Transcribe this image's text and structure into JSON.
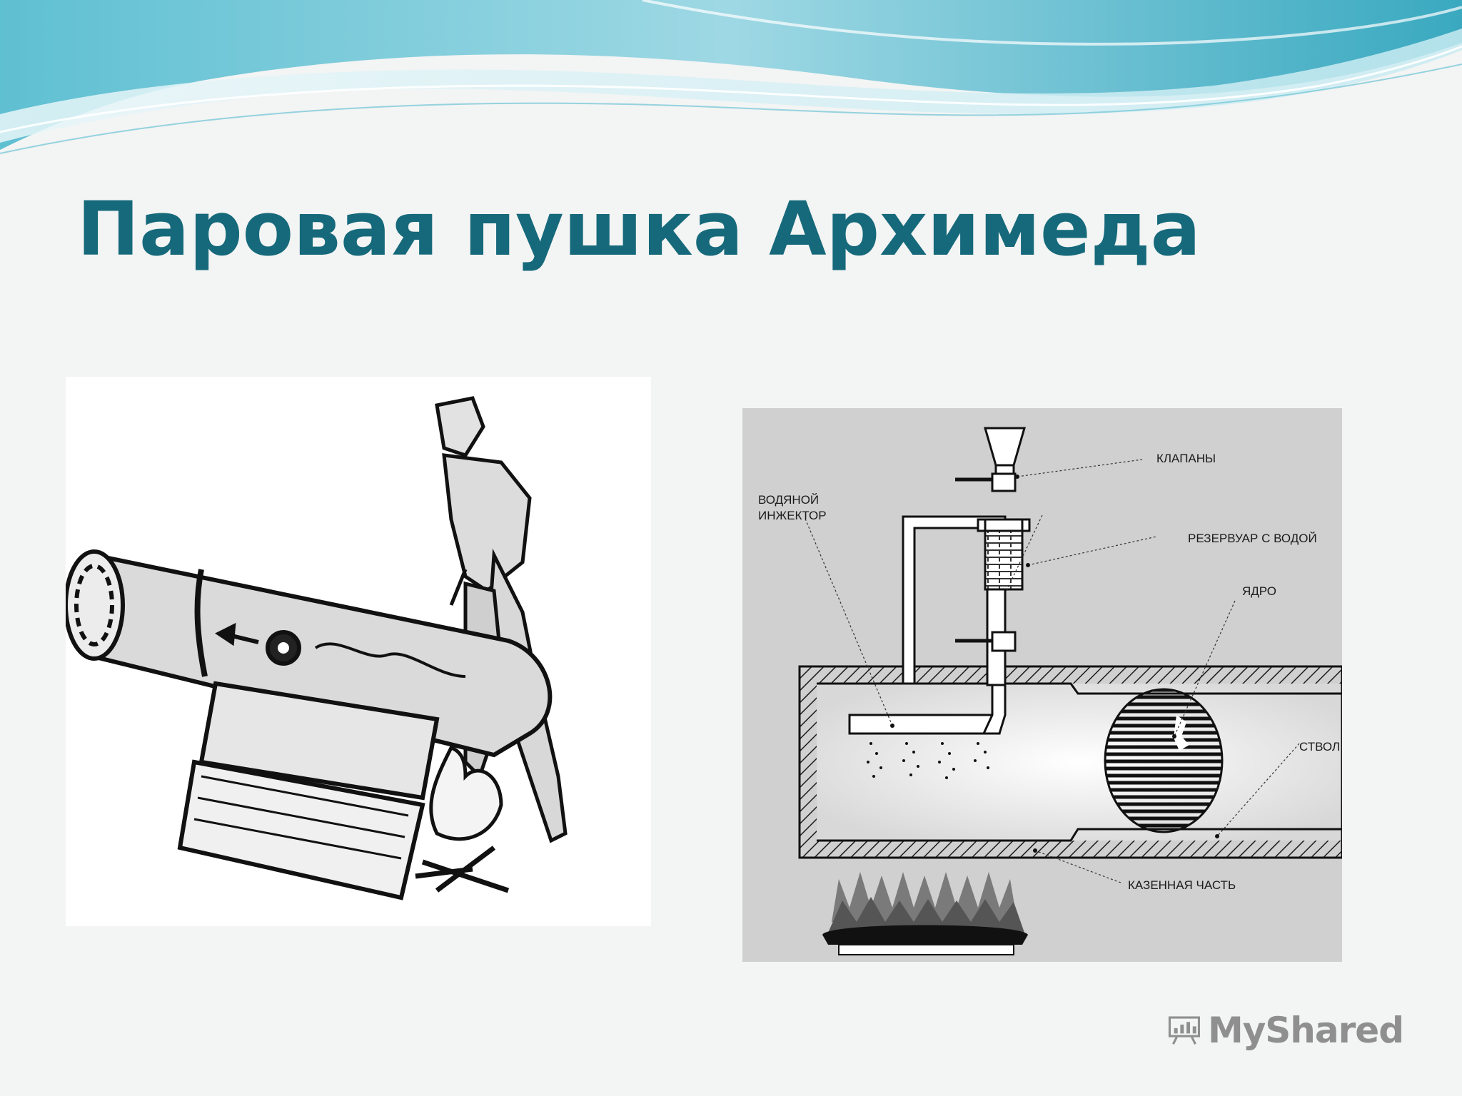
{
  "slide": {
    "title": "Паровая пушка Архимеда"
  },
  "diagram": {
    "labels": {
      "valves": "КЛАПАНЫ",
      "water_injector_line1": "ВОДЯНОЙ",
      "water_injector_line2": "ИНЖЕКТОР",
      "water_tank": "РЕЗЕРВУАР С ВОДОЙ",
      "ball": "ЯДРО",
      "barrel": "СТВОЛ",
      "breech": "КАЗЕННАЯ ЧАСТЬ"
    }
  },
  "watermark": {
    "text": "MyShared"
  },
  "colors": {
    "title": "#15697a",
    "wave_light": "#bfe6ee",
    "wave_dark": "#4fb5c8",
    "diagram_bg": "#d0d0d0"
  }
}
